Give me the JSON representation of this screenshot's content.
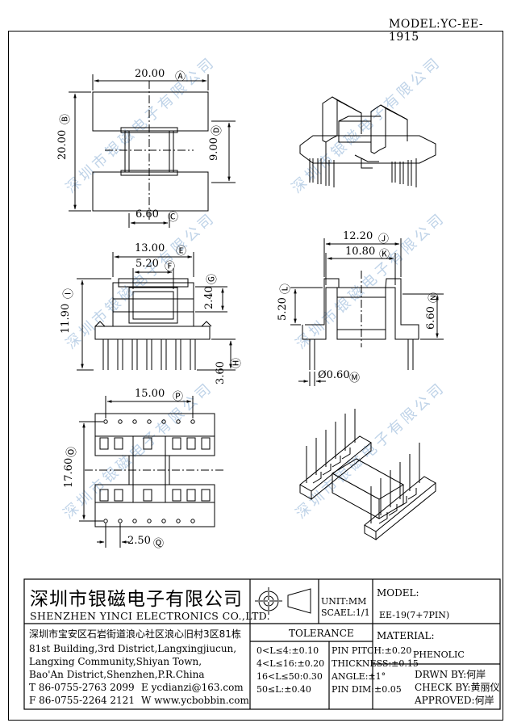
{
  "header": {
    "model_top": "MODEL:YC-EE-1915"
  },
  "watermark": "深圳市银磁电子有限公司",
  "dims": {
    "a": "20.00",
    "b": "20.00",
    "c": "6.60",
    "d": "9.00",
    "e": "13.00",
    "f": "5.20",
    "g": "2.40",
    "h": "3.60",
    "i": "11.90",
    "j": "12.20",
    "k": "10.80",
    "l": "5.20",
    "m": "Ø0.60",
    "n": "6.60",
    "p": "15.00",
    "q": "2.50",
    "o": "17.60"
  },
  "dim_markers": {
    "a": "Ⓐ",
    "b": "Ⓑ",
    "c": "Ⓒ",
    "d": "Ⓓ",
    "e": "Ⓔ",
    "f": "Ⓕ",
    "g": "Ⓖ",
    "h": "Ⓗ",
    "i": "Ⓘ",
    "j": "Ⓙ",
    "k": "Ⓚ",
    "l": "Ⓛ",
    "m": "Ⓜ",
    "n": "Ⓝ",
    "o": "Ⓞ",
    "p": "Ⓟ",
    "q": "Ⓠ"
  },
  "title_block": {
    "company_cn": "深圳市银磁电子有限公司",
    "company_en": "SHENZHEN YINCI ELECTRONICS CO.,LTD.",
    "address_cn": "深圳市宝安区石岩街道浪心社区浪心旧村3区81栋",
    "address_en_1": "81st Building,3rd District,Langxingjiucun,",
    "address_en_2": "Langxing Community,Shiyan Town,",
    "address_en_3": "Bao'An District,Shenzhen,P.R.China",
    "tel": "T  86-0755-2763 2099",
    "email": "E  ycdianzi@163.com",
    "fax": "F  86-0755-2264 2121",
    "web": "W  www.ycbobbin.com",
    "unit": "UNIT:MM",
    "scale": "SCAEL:1/1",
    "model_label": "MODEL:",
    "model_value": "EE-19(7+7PIN)",
    "tolerance_title": "TOLERANCE",
    "tol_left": [
      "0<L≤4:±0.10",
      "4<L≤16:±0.20",
      "16<L≤50:0.30",
      "50≤L:±0.40"
    ],
    "tol_right": [
      "PIN PITCH:±0.20",
      "THICKNESS:±0.15",
      "ANGLE:±1°",
      "PIN DIM:±0.05"
    ],
    "material_label": "MATERIAL:",
    "material_value": "PHENOLIC",
    "drawn_by": "DRWN BY:何岸",
    "check_by": "CHECK BY:黄丽仪",
    "approved": "APPROVED:何岸"
  }
}
